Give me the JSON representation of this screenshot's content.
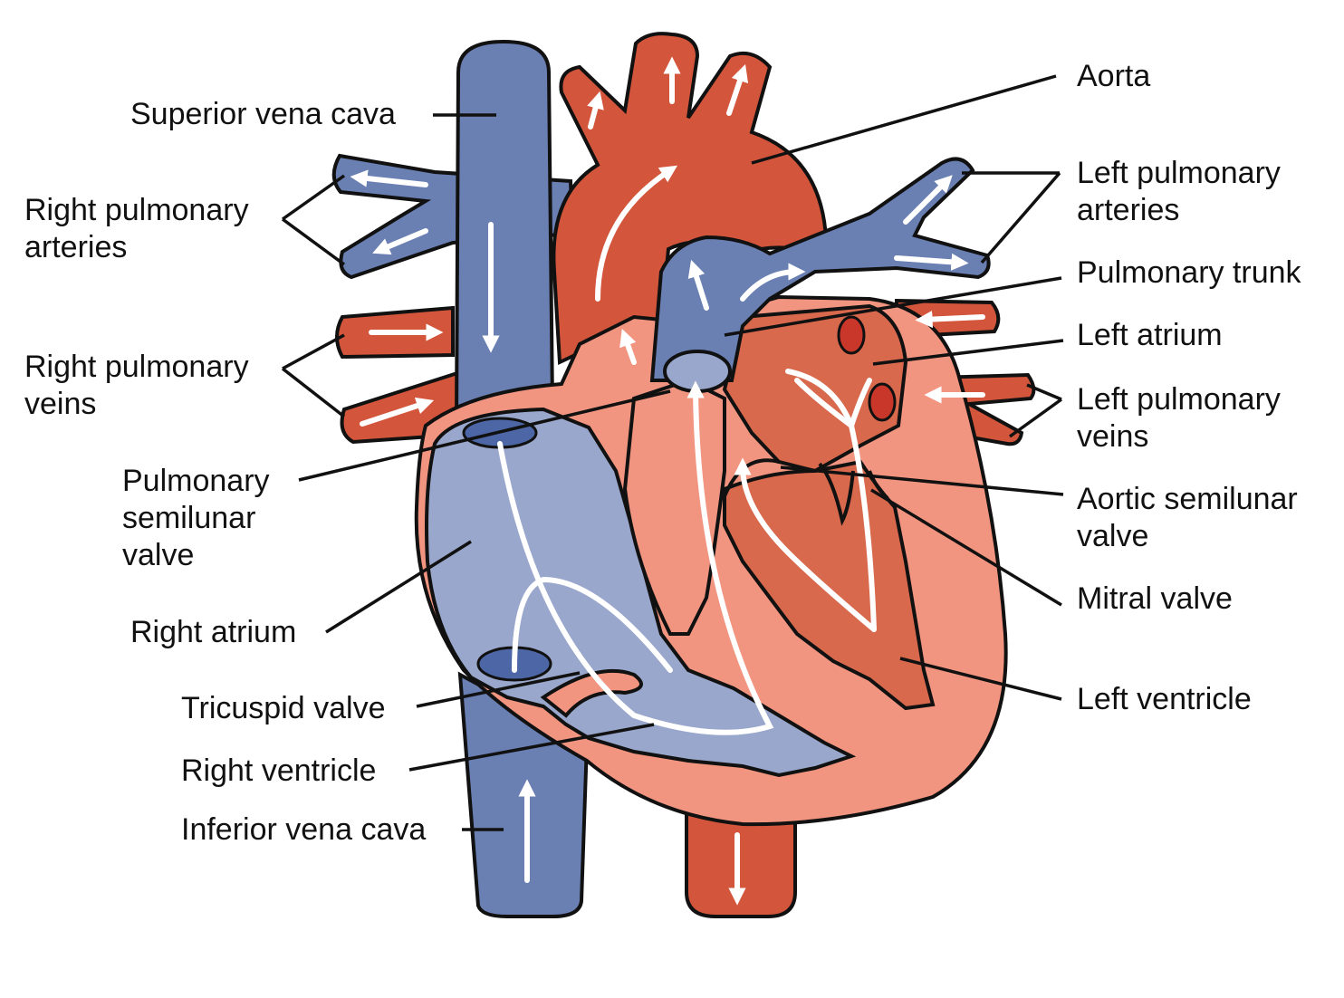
{
  "colors": {
    "deoxygenated_vessel": "#6a7fb2",
    "oxygenated_vessel": "#d3563c",
    "right_chamber": "#9aa7cc",
    "left_chamber": "#d8694d",
    "heart_muscle": "#f29580",
    "flow_arrow": "#ffffff",
    "outline": "#111111"
  },
  "labels": {
    "superior_vena_cava": "Superior vena cava",
    "right_pulmonary_arteries": [
      "Right pulmonary",
      "arteries"
    ],
    "right_pulmonary_veins": [
      "Right pulmonary",
      "veins"
    ],
    "pulmonary_semilunar_valve": [
      "Pulmonary",
      "semilunar",
      "valve"
    ],
    "right_atrium": "Right atrium",
    "tricuspid_valve": "Tricuspid valve",
    "right_ventricle": "Right ventricle",
    "inferior_vena_cava": "Inferior vena cava",
    "aorta": "Aorta",
    "left_pulmonary_arteries": [
      "Left pulmonary",
      "arteries"
    ],
    "pulmonary_trunk": "Pulmonary trunk",
    "left_atrium": "Left atrium",
    "left_pulmonary_veins": [
      "Left pulmonary",
      "veins"
    ],
    "aortic_semilunar_valve": [
      "Aortic semilunar",
      "valve"
    ],
    "mitral_valve": "Mitral valve",
    "left_ventricle": "Left ventricle"
  }
}
